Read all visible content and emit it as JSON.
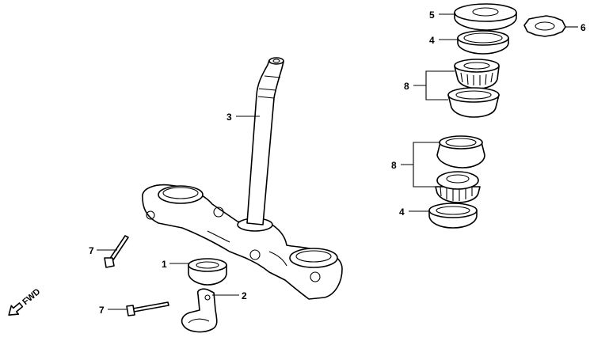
{
  "diagram": {
    "callouts": [
      {
        "id": "c3",
        "text": "3"
      },
      {
        "id": "c5",
        "text": "5"
      },
      {
        "id": "c4a",
        "text": "4"
      },
      {
        "id": "c6",
        "text": "6"
      },
      {
        "id": "c8a",
        "text": "8"
      },
      {
        "id": "c8b",
        "text": "8"
      },
      {
        "id": "c4b",
        "text": "4"
      },
      {
        "id": "c7a",
        "text": "7"
      },
      {
        "id": "c1",
        "text": "1"
      },
      {
        "id": "c2",
        "text": "2"
      },
      {
        "id": "c7b",
        "text": "7"
      }
    ],
    "direction_indicator": {
      "text": "FWD",
      "icon": "arrow-icon"
    },
    "colors": {
      "line": "#000000",
      "background": "#ffffff"
    }
  }
}
